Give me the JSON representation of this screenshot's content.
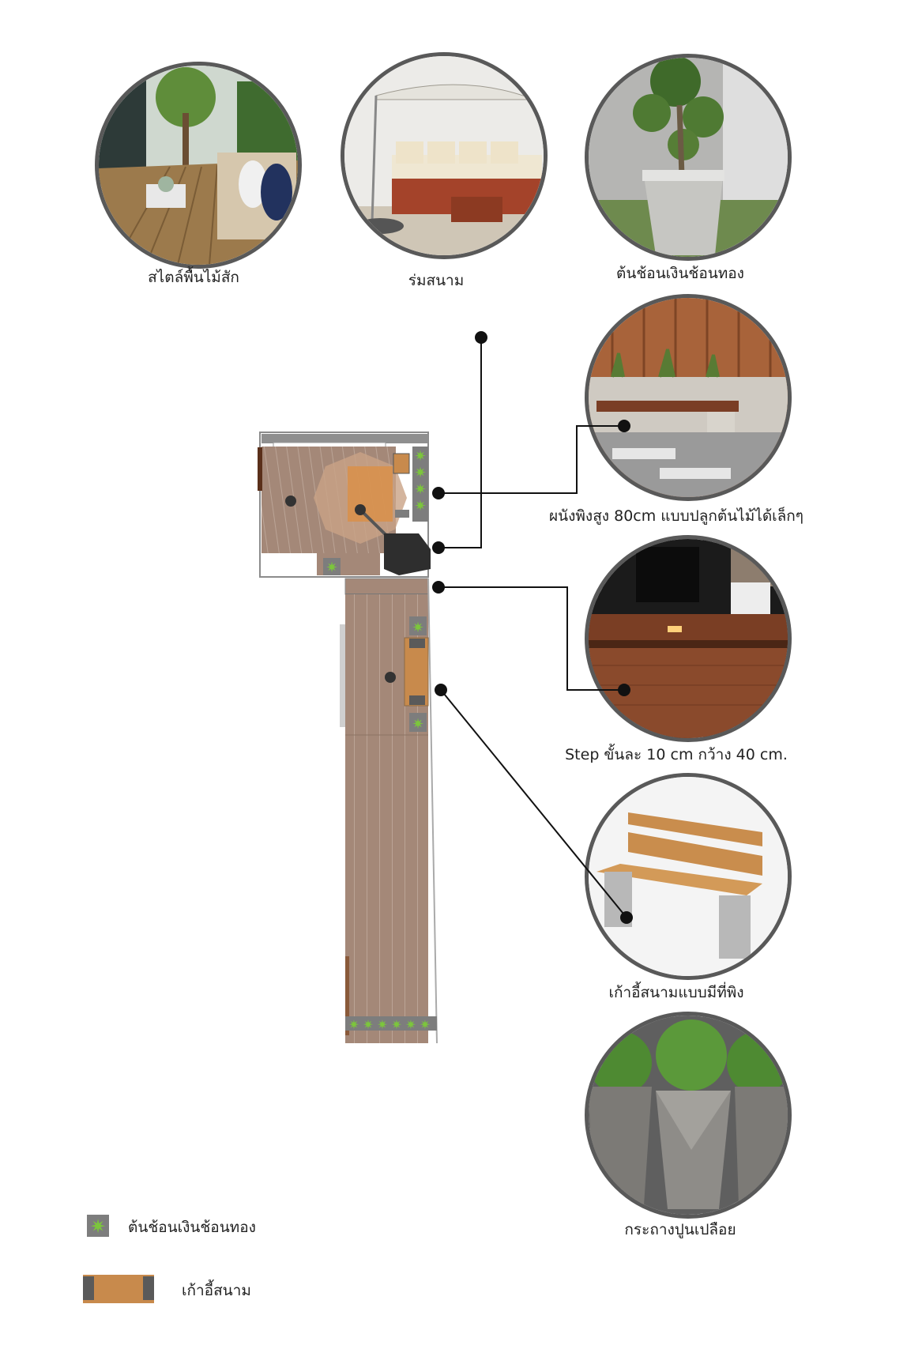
{
  "photos": [
    {
      "id": "teak-floor",
      "caption": "สไตล์พื้นไม้สัก"
    },
    {
      "id": "umbrella",
      "caption": "ร่มสนาม"
    },
    {
      "id": "bonsai",
      "caption": "ต้นช้อนเงินช้อนทอง"
    },
    {
      "id": "wall",
      "caption": "ผนังพิงสูง 80cm แบบปลูกต้นไม้ได้เล็กๆ"
    },
    {
      "id": "step",
      "caption": "Step ขั้นละ 10 cm กว้าง 40 cm."
    },
    {
      "id": "bench",
      "caption": "เก้าอี้สนามแบบมีที่พิง"
    },
    {
      "id": "planter",
      "caption": "กระถางปูนเปลือย"
    }
  ],
  "legend": {
    "plant_label": "ต้นช้อนเงินช้อนทอง",
    "bench_label": "เก้าอี้สนาม"
  },
  "colors": {
    "deck": "#a48878",
    "deck_line": "#bba496",
    "plant": "#7cc63c",
    "planter_gray": "#7d7d7d",
    "bench_wood": "#c88a4c",
    "umbrella": "#d9904a",
    "frame": "#595959",
    "wall_dark": "#4a2e1e"
  }
}
